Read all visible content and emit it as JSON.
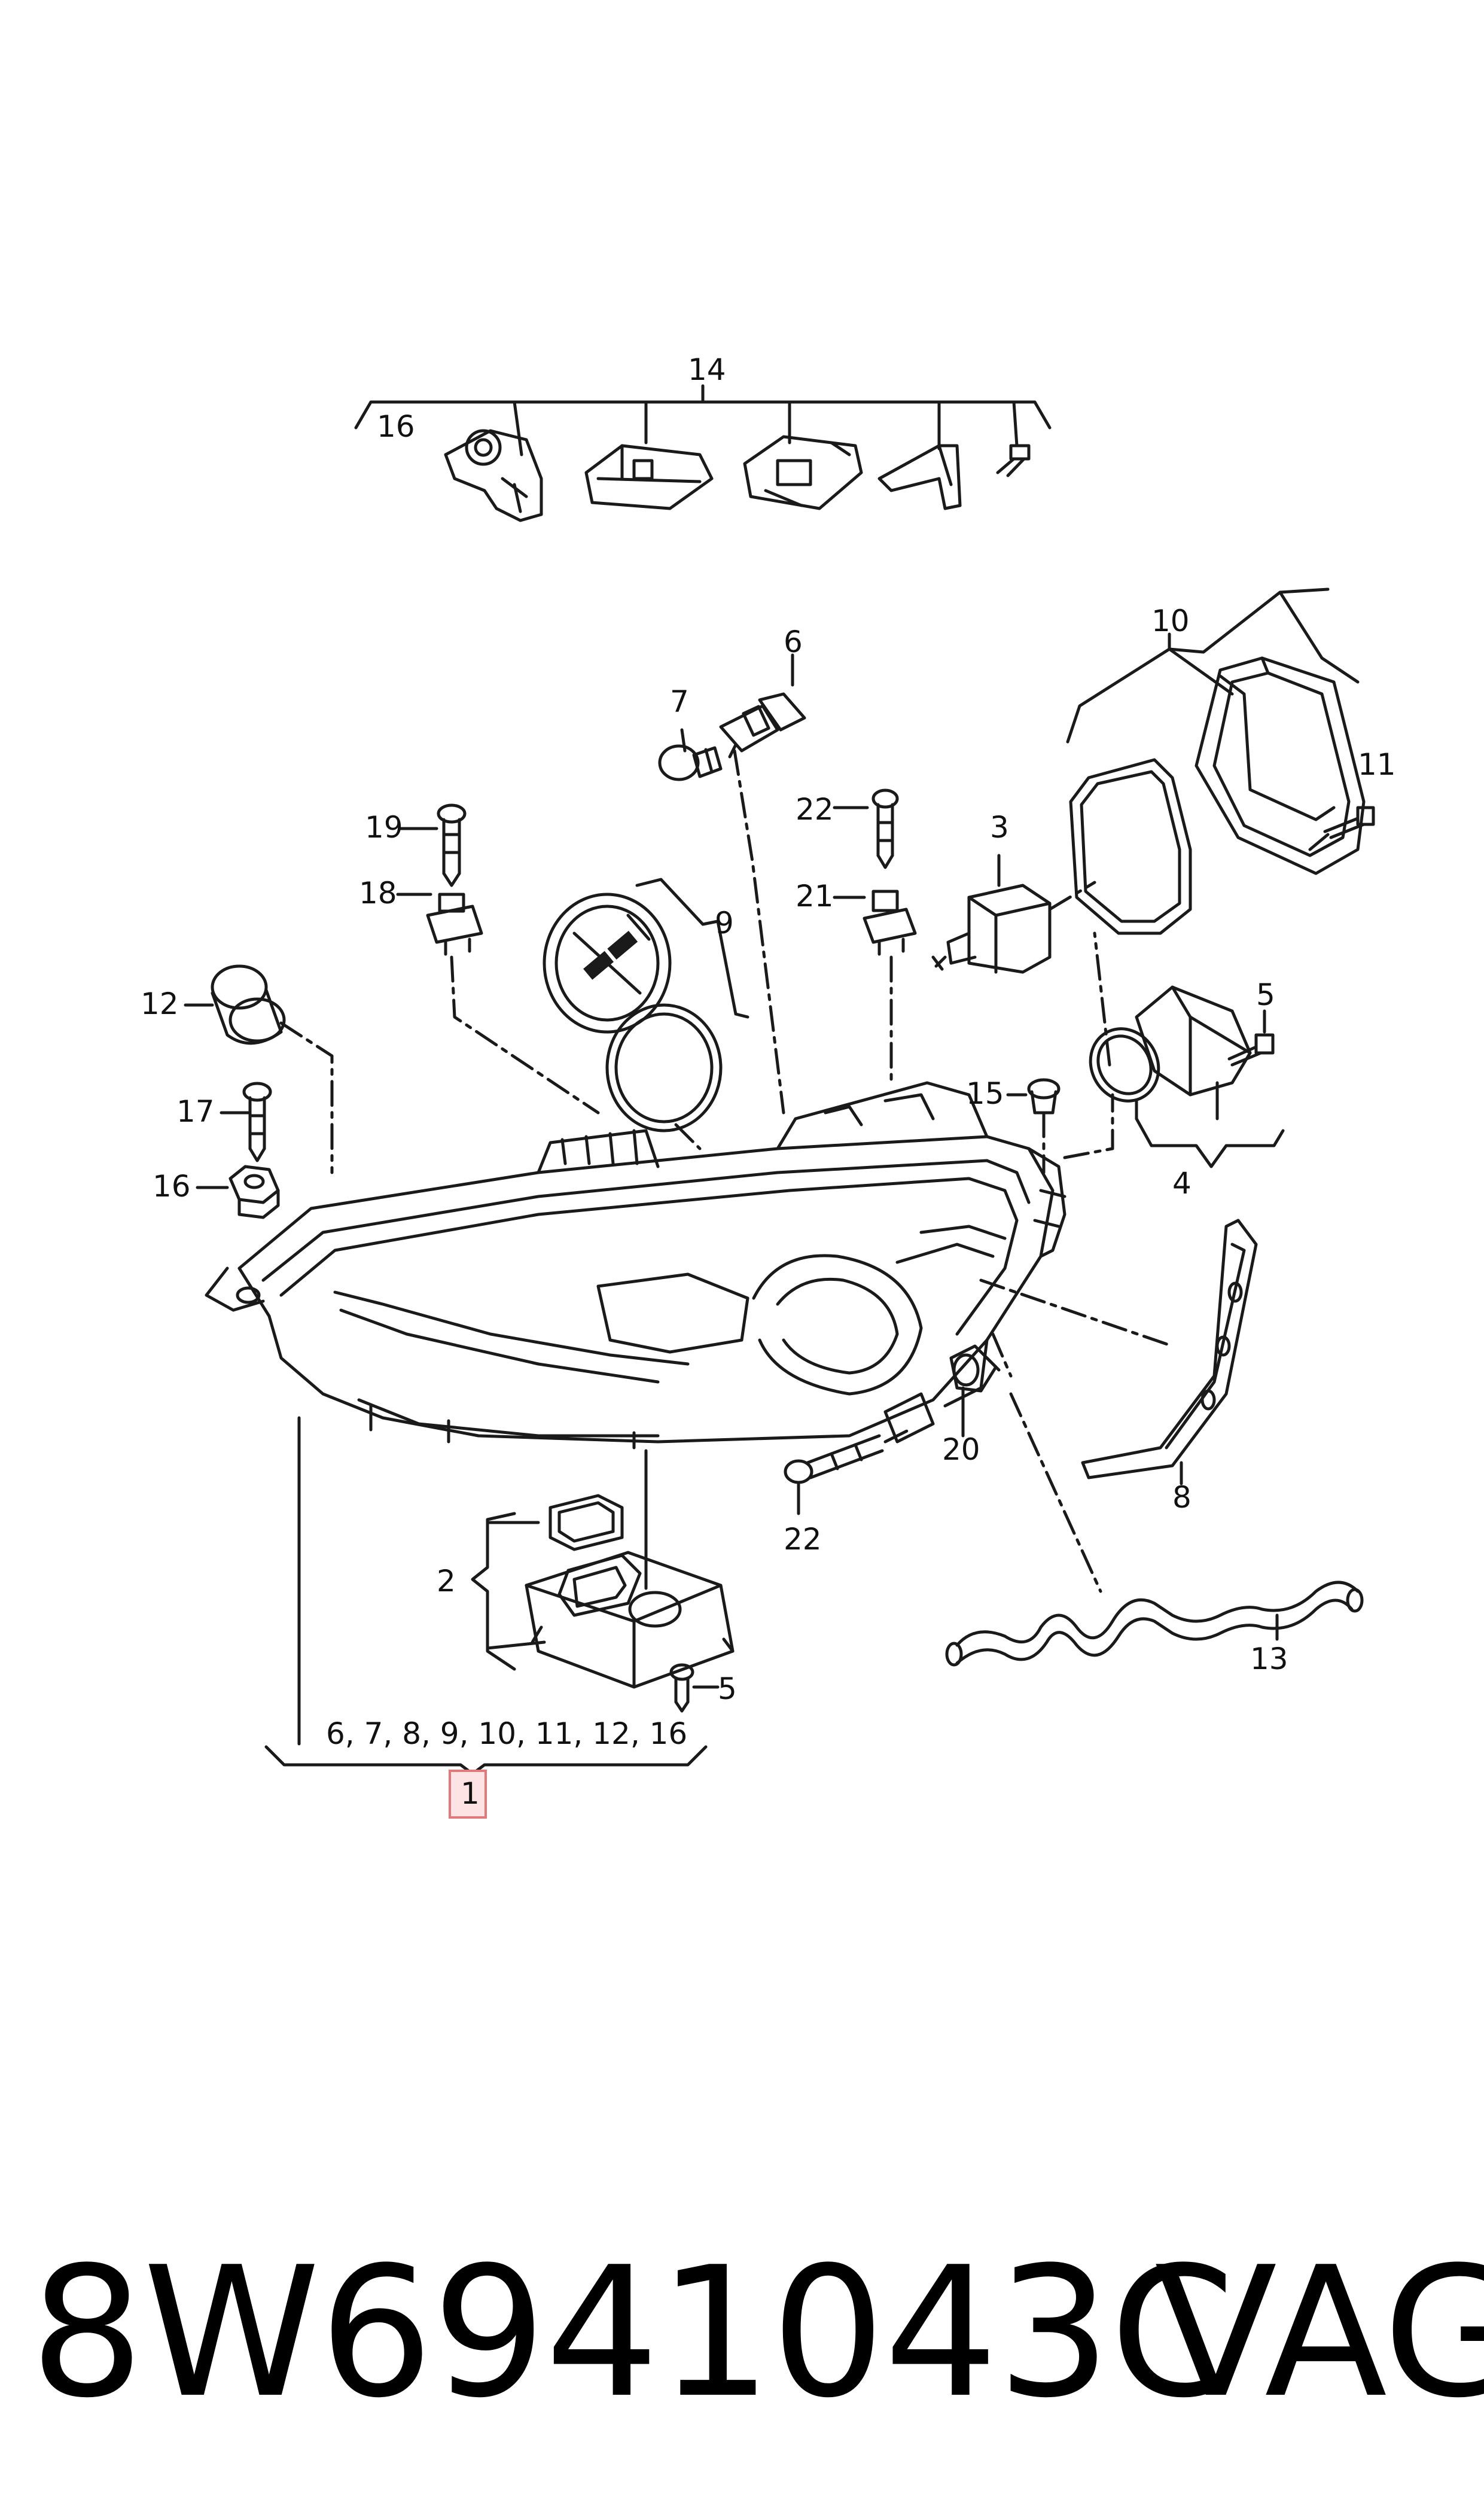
{
  "callouts": {
    "c1": "1",
    "c2": "2",
    "c3": "3",
    "c4": "4",
    "c5a": "5",
    "c5b": "5",
    "c6": "6",
    "c7": "7",
    "c8": "8",
    "c9": "9",
    "c10": "10",
    "c11": "11",
    "c12": "12",
    "c13": "13",
    "c14": "14",
    "c15": "15",
    "c16a": "16",
    "c16b": "16",
    "c17": "17",
    "c18": "18",
    "c19": "19",
    "c20": "20",
    "c21": "21",
    "c22a": "22",
    "c22b": "22"
  },
  "group_note": "6, 7, 8, 9, 10, 11, 12, 16",
  "footer": {
    "part_number": "8W6941043C",
    "brand": "VAG"
  },
  "colors": {
    "line": "#1a1a1a",
    "highlight_fill": "#fde3e3",
    "highlight_stroke": "#e07a7a"
  }
}
